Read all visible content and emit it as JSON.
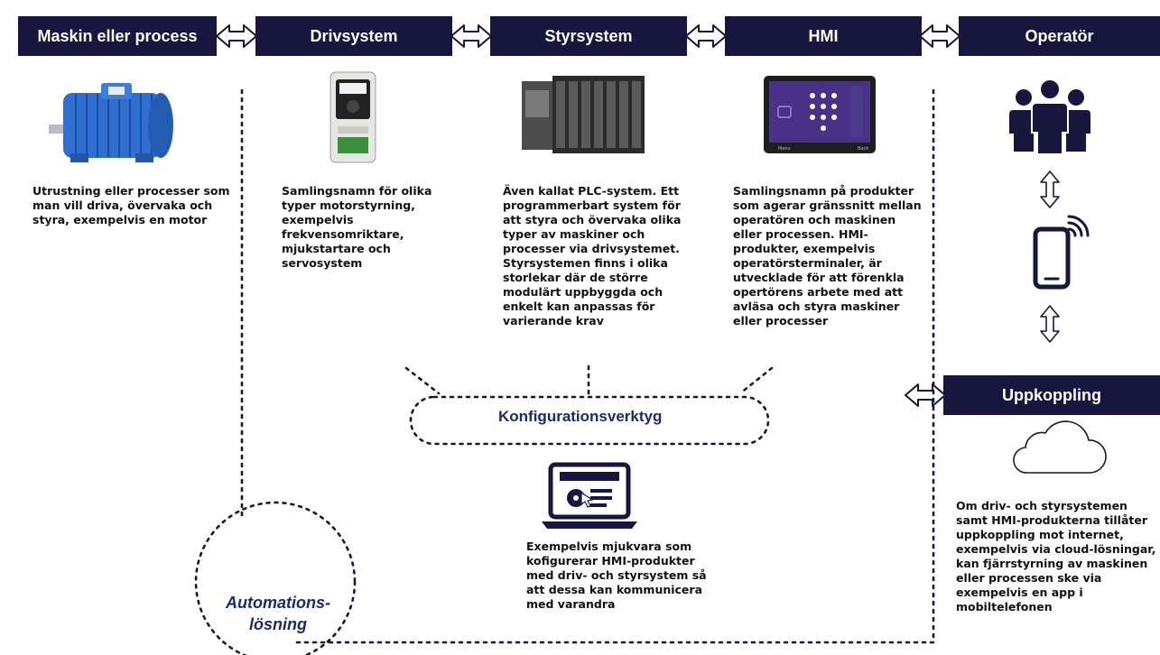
{
  "headers": {
    "maskin": "Maskin eller process",
    "drivsystem": "Drivsystem",
    "styrsystem": "Styrsystem",
    "hmi": "HMI",
    "operator": "Operatör",
    "uppkoppling": "Uppkoppling"
  },
  "descriptions": {
    "maskin": "Utrustning eller processer som man vill driva, övervaka och styra, exempelvis en motor",
    "drivsystem": "Samlingsnamn för olika typer motorstyrning, exempelvis frekvensomriktare, mjukstartare och servosystem",
    "styrsystem": "Även kallat PLC-system. Ett programmerbart system för att styra och övervaka olika typer av maskiner och processer via drivsystemet. Styrsystemen finns i olika storlekar där de större modulärt uppbyggda och enkelt kan anpassas för varierande krav",
    "hmi": "Samlingsnamn på produkter som agerar gränssnitt mellan operatören och maskinen eller processen. HMI-produkter, exempelvis operatörsterminaler, är utvecklade för att förenkla opertörens arbete med att avläsa och styra maskiner eller processer",
    "konfig": "Exempelvis mjukvara som kofigurerar HMI-produkter med driv- och styrsystem så att dessa kan kommunicera med varandra",
    "uppkoppling": "Om driv- och styrsystemen samt HMI-produkterna tillåter uppkoppling mot internet, exempelvis via cloud-lösningar, kan fjärrstyrning av maskinen eller processen ske via exempelvis en app i mobiltelefonen"
  },
  "labels": {
    "konfig": "Konfigurationsverktyg",
    "automation": "Automations-\nlösning"
  },
  "hmi_screen": {
    "left_label": "Menu",
    "right_label": "Back"
  },
  "colors": {
    "navy": "#16163f",
    "accent_text": "#1a2a6c",
    "motor_blue": "#2f6fd1"
  }
}
